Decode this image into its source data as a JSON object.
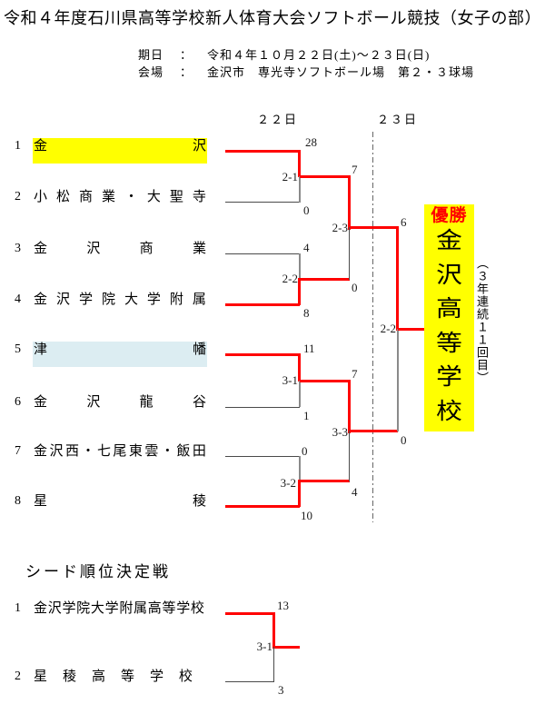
{
  "title": "令和４年度石川県高等学校新人体育大会ソフトボール競技（女子の部）",
  "info": {
    "date_label": "期日",
    "date_colon": "：",
    "date_value": "令和４年１０月２２日(土)～２３日(日)",
    "venue_label": "会場",
    "venue_colon": "：",
    "venue_value": "金沢市　専光寺ソフトボール場　第２・３球場"
  },
  "columns": {
    "day1": "２２日",
    "day2": "２３日"
  },
  "bracket": {
    "teams": [
      {
        "num": "1",
        "name": "金沢",
        "winner": true,
        "highlight": "#ffff00"
      },
      {
        "num": "2",
        "name": "小松商業・大聖寺",
        "winner": false,
        "highlight": null
      },
      {
        "num": "3",
        "name": "金沢商業",
        "winner": false,
        "highlight": null
      },
      {
        "num": "4",
        "name": "金沢学院大学附属",
        "winner": true,
        "highlight": null
      },
      {
        "num": "5",
        "name": "津幡",
        "winner": true,
        "highlight": "#dcedf2"
      },
      {
        "num": "6",
        "name": "金沢龍谷",
        "winner": false,
        "highlight": null
      },
      {
        "num": "7",
        "name": "金沢西・七尾東雲・飯田",
        "winner": false,
        "highlight": null
      },
      {
        "num": "8",
        "name": "星稜",
        "winner": true,
        "highlight": null
      }
    ],
    "games": {
      "g21": {
        "label": "2-1",
        "top_score": "28",
        "bottom_score": "0"
      },
      "g22": {
        "label": "2-2",
        "top_score": "4",
        "bottom_score": "8"
      },
      "g23": {
        "label": "2-3",
        "top_score": "7",
        "bottom_score": "0"
      },
      "g31": {
        "label": "3-1",
        "top_score": "11",
        "bottom_score": "1"
      },
      "g32": {
        "label": "3-2",
        "top_score": "0",
        "bottom_score": "10"
      },
      "g33": {
        "label": "3-3",
        "top_score": "7",
        "bottom_score": "4"
      },
      "final": {
        "label": "2-2",
        "top_score": "6",
        "bottom_score": "0"
      }
    }
  },
  "champion": {
    "label": "優勝",
    "name": "金沢高等学校",
    "note": "（３年連続１１回目）"
  },
  "seed_match": {
    "heading": "シード順位決定戦",
    "game": {
      "label": "3-1",
      "top_score": "13",
      "bottom_score": "3"
    },
    "teams": [
      {
        "num": "1",
        "name": "金沢学院大学附属高等学校",
        "winner": true
      },
      {
        "num": "2",
        "name": "星稜高等学校",
        "winner": false
      }
    ]
  }
}
